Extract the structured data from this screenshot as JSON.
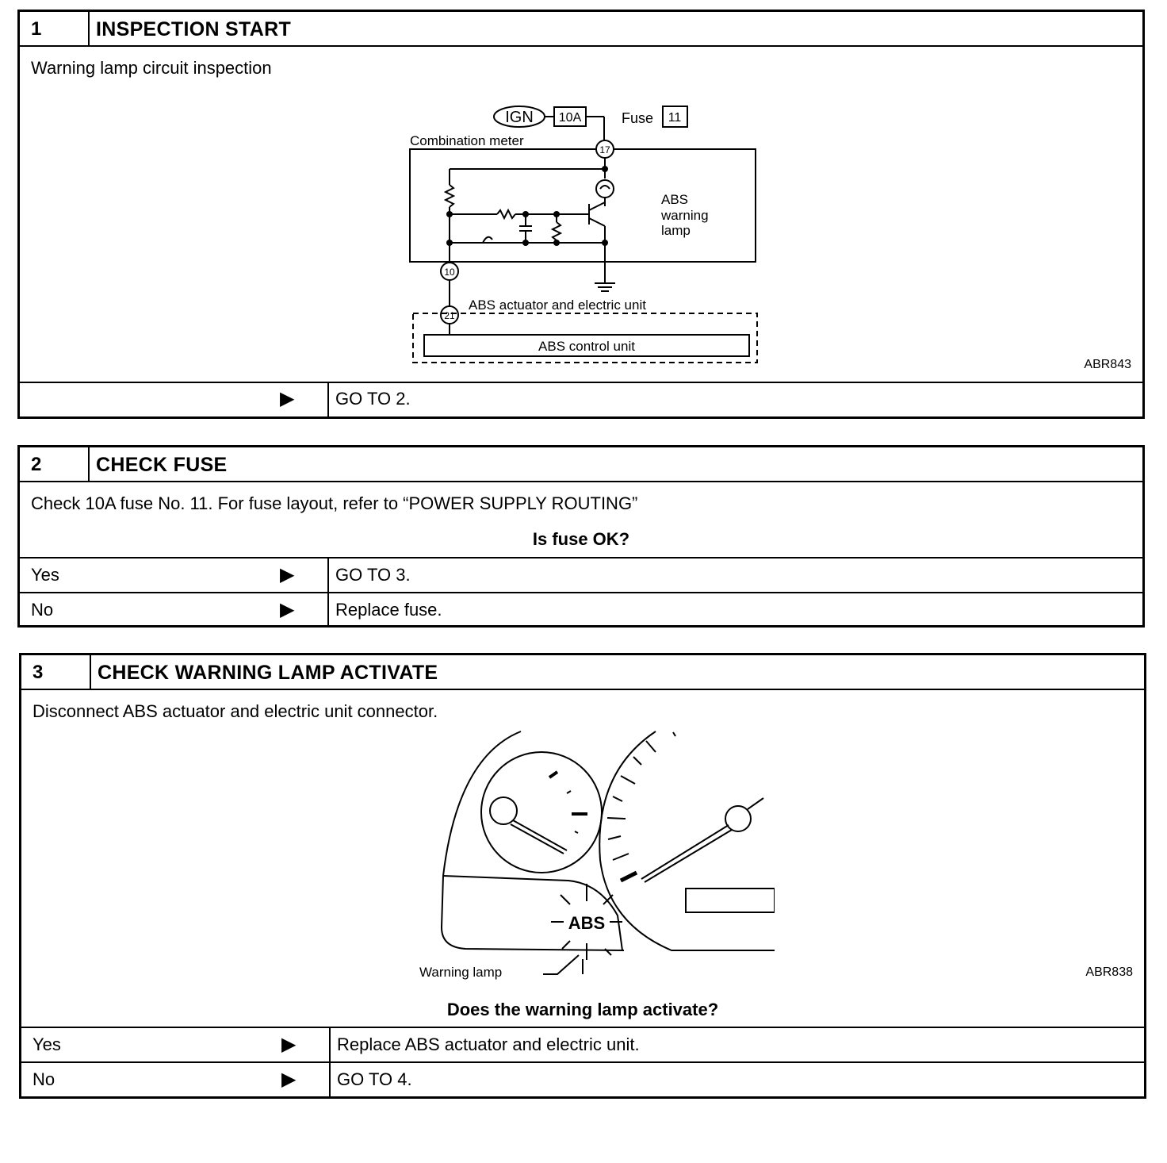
{
  "steps": [
    {
      "number": "1",
      "title": "INSPECTION START",
      "instruction": "Warning lamp circuit inspection",
      "figure": {
        "code": "ABR843",
        "labels": {
          "ign": "IGN",
          "fuse_rating": "10A",
          "fuse_label": "Fuse",
          "fuse_number": "11",
          "combination_meter": "Combination meter",
          "terminal_17": "17",
          "terminal_10": "10",
          "terminal_21": "21",
          "lamp_line1": "ABS",
          "lamp_line2": "warning",
          "lamp_line3": "lamp",
          "actuator": "ABS actuator and electric unit",
          "control_unit": "ABS control unit"
        }
      },
      "results": [
        {
          "condition": "",
          "arrow": "▶",
          "action": "GO TO 2."
        }
      ]
    },
    {
      "number": "2",
      "title": "CHECK FUSE",
      "instruction": "Check 10A fuse No. 11. For fuse layout, refer to “POWER SUPPLY ROUTING”",
      "question": "Is fuse OK?",
      "results": [
        {
          "condition": "Yes",
          "arrow": "▶",
          "action": "GO TO 3."
        },
        {
          "condition": "No",
          "arrow": "▶",
          "action": "Replace fuse."
        }
      ]
    },
    {
      "number": "3",
      "title": "CHECK WARNING LAMP ACTIVATE",
      "instruction": "Disconnect ABS actuator and electric unit connector.",
      "figure": {
        "code": "ABR838",
        "labels": {
          "abs": "ABS",
          "warning_lamp": "Warning lamp"
        }
      },
      "question": "Does the warning lamp activate?",
      "results": [
        {
          "condition": "Yes",
          "arrow": "▶",
          "action": "Replace ABS actuator and electric unit."
        },
        {
          "condition": "No",
          "arrow": "▶",
          "action": "GO TO 4."
        }
      ]
    }
  ]
}
